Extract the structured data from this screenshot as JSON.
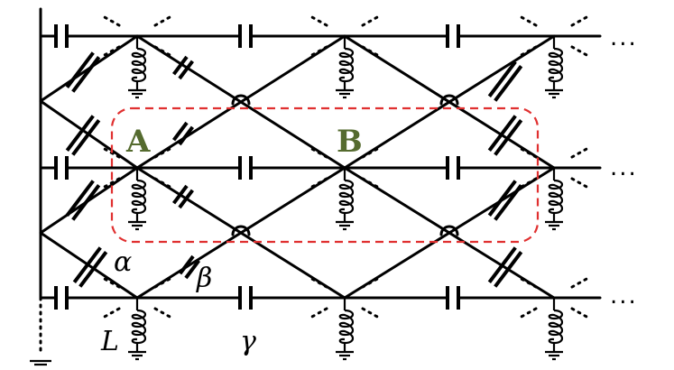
{
  "nodes": [
    {
      "label": "A",
      "color": "#556b2f"
    },
    {
      "label": "B",
      "color": "#556b2f"
    }
  ],
  "params": {
    "alpha": "α",
    "beta": "β",
    "gamma": "γ",
    "L": "L"
  },
  "ellipsis": "...",
  "unit_cell_color": "#e03030"
}
